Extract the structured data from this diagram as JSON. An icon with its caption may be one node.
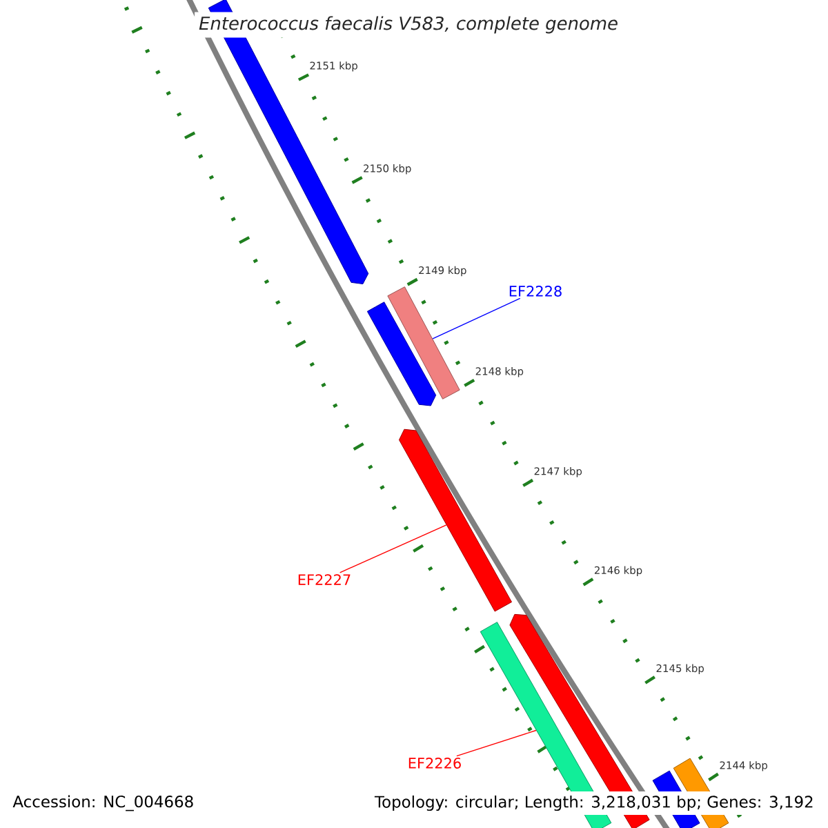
{
  "diagram": {
    "title": "Enterococcus faecalis V583, complete genome",
    "nodes": [
      {
        "text": [],
        "shape": "bar"
      },
      {
        "text": [
          "EF2228"
        ]
      },
      {
        "text": [],
        "shape": "bar"
      },
      {
        "text": [],
        "shape": "bar"
      },
      {
        "text": [],
        "shape": "bar"
      },
      {
        "text": [
          "EF2227"
        ]
      },
      {
        "text": [],
        "shape": "bar"
      },
      {
        "text": [],
        "shape": "bar"
      },
      {
        "text": [
          "EF2226"
        ]
      },
      {
        "text": [],
        "shape": "bar"
      },
      {
        "text": [],
        "shape": "bar"
      }
    ],
    "edges": [
      {
        "from": 1,
        "to": 2,
        "arrow": "none",
        "color": "#0000ff"
      },
      {
        "from": 5,
        "to": 4,
        "arrow": "none",
        "color": "#ff0000"
      },
      {
        "from": 8,
        "to": 7,
        "arrow": "none",
        "color": "#ff0000"
      }
    ],
    "labels": [
      "2151 kbp",
      "2150 kbp",
      "2149 kbp",
      "2148 kbp",
      "2147 kbp",
      "2146 kbp",
      "2145 kbp",
      "2144 kbp",
      "Accession: NC_004668",
      "Topology: circular; Length: 3,218,031 bp; Genes: 3,192"
    ]
  }
}
